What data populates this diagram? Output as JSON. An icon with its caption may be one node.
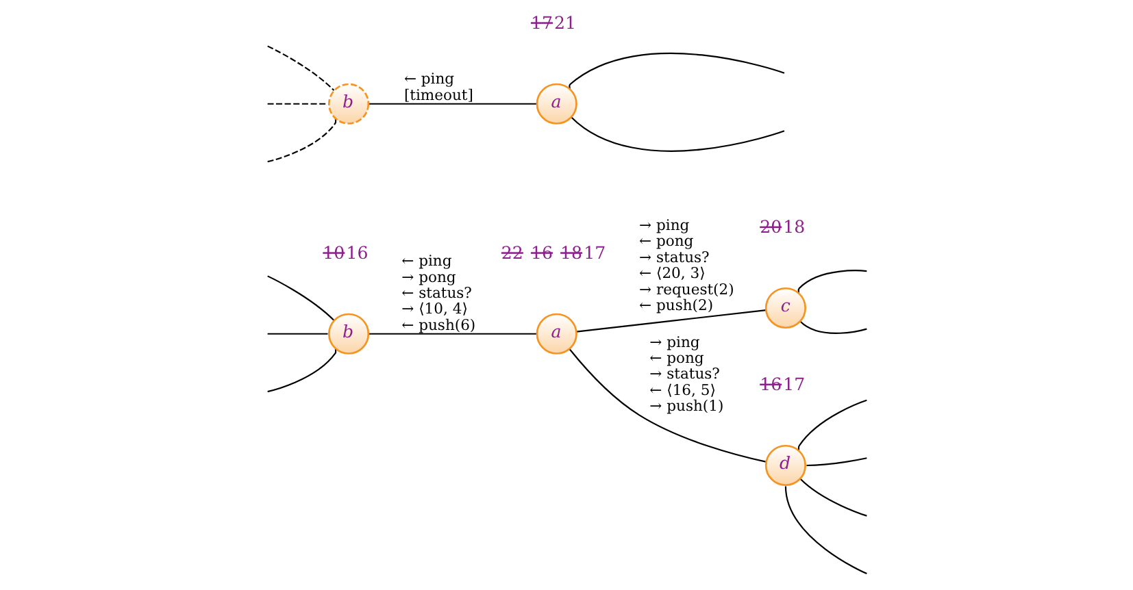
{
  "diagram": {
    "nodes": [
      {
        "text": [
          "b"
        ],
        "beside": [
          "10",
          "16"
        ]
      },
      {
        "text": [
          "a"
        ],
        "beside": [
          "22",
          "16",
          "18",
          "17"
        ]
      },
      {
        "text": [
          "c"
        ],
        "beside": [
          "20",
          "18"
        ]
      },
      {
        "text": [
          "d"
        ],
        "beside": [
          "16",
          "17"
        ]
      },
      {
        "text": [
          "b"
        ]
      },
      {
        "text": [
          "a"
        ],
        "beside": [
          "17",
          "21"
        ]
      }
    ],
    "edges": [
      {
        "from": 0,
        "to": 1,
        "arrow": "none",
        "label": "← ping → pong ← status? → ⟨10, 4⟩ ← push(6)"
      },
      {
        "from": 1,
        "to": 2,
        "arrow": "none",
        "label": "→ ping ← pong → status? ← ⟨20, 3⟩ → request(2) ← push(2)"
      },
      {
        "from": 1,
        "to": 3,
        "arrow": "none",
        "label": "→ ping ← pong → status? ← ⟨16, 5⟩ → push(1)"
      },
      {
        "from": 4,
        "to": 5,
        "arrow": "none",
        "label": "← ping [timeout]"
      },
      {
        "from": null,
        "to": 0,
        "arrow": "none"
      },
      {
        "from": null,
        "to": 0,
        "arrow": "none"
      },
      {
        "from": null,
        "to": 0,
        "arrow": "none"
      },
      {
        "from": 2,
        "to": null,
        "arrow": "none"
      },
      {
        "from": 2,
        "to": null,
        "arrow": "none"
      },
      {
        "from": 3,
        "to": null,
        "arrow": "none"
      },
      {
        "from": 3,
        "to": null,
        "arrow": "none"
      },
      {
        "from": 3,
        "to": null,
        "arrow": "none"
      },
      {
        "from": 3,
        "to": null,
        "arrow": "none"
      },
      {
        "from": null,
        "to": 4,
        "arrow": "none",
        "style": "dashed"
      },
      {
        "from": null,
        "to": 4,
        "arrow": "none",
        "style": "dashed"
      },
      {
        "from": null,
        "to": 4,
        "arrow": "none",
        "style": "dashed"
      },
      {
        "from": 5,
        "to": null,
        "arrow": "none"
      },
      {
        "from": 5,
        "to": null,
        "arrow": "none"
      }
    ]
  }
}
